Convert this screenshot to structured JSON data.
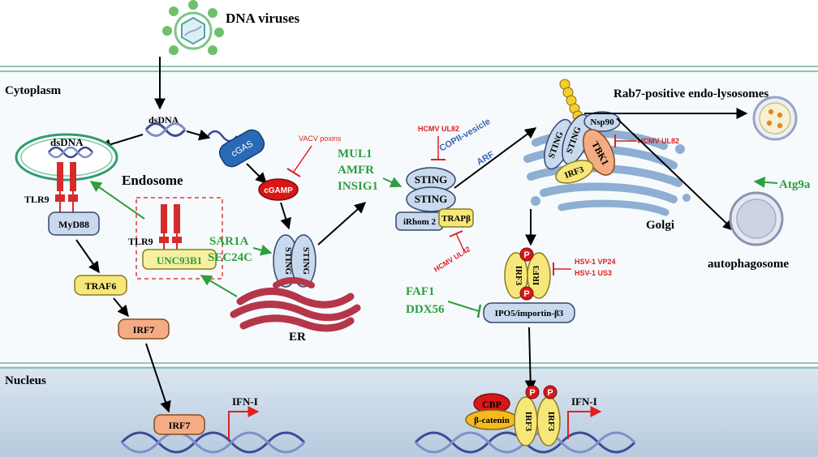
{
  "regions": {
    "cytoplasm": "Cytoplasm",
    "nucleus": "Nucleus",
    "endosome": "Endosome",
    "er": "ER",
    "golgi": "Golgi",
    "lysosome": "Rab7-positive endo-lysosomes",
    "autophagosome": "autophagosome"
  },
  "pathogen": {
    "name": "DNA viruses",
    "dsdna_cyto": "dsDNA",
    "dsdna_endo": "dsDNA"
  },
  "molecules": {
    "tlr9": "TLR9",
    "tlr9_b": "TLR9",
    "myd88": "MyD88",
    "traf6": "TRAF6",
    "irf7": "IRF7",
    "irf7_nuc": "IRF7",
    "unc93b1": "UNC93B1",
    "cgas": "cGAS",
    "cgamp": "cGAMP",
    "sting": "STING",
    "irhom2": "iRhom 2",
    "trap": "TRAPβ",
    "irf3": "IRF3",
    "tbk1": "TBK1",
    "nsp90": "Nsp90",
    "ipo5": "IPO5/importin-β3",
    "cbp": "CBP",
    "bcatenin": "β-catenin",
    "phospho": "P",
    "ifn": "IFN-I"
  },
  "regulators": {
    "vacv": "VACV poxins",
    "hcmv_ul82_a": "HCMV UL82",
    "hcmv_ul82_b": "HCMV UL82",
    "hcmv_ul42": "HCMV UL42",
    "hsv_vp24": "HSV-1 VP24",
    "hsv_us3": "HSV-1 US3",
    "mul1": "MUL1",
    "amfr": "AMFR",
    "insig1": "INSIG1",
    "sar1a": "SAR1A",
    "sec24c": "SEC24C",
    "faf1": "FAF1",
    "ddx56": "DDX56",
    "atg9a": "Atg9a"
  },
  "transport": {
    "copii": "COPII-vesicle",
    "arf": "ARF"
  },
  "colors": {
    "activator_green": "#2e9e3e",
    "inhibitor_red": "#e02020",
    "transport_blue": "#3a64b8",
    "sting_fill": "#c9d9ee",
    "yellow_fill": "#f7e77a",
    "er_red": "#b5364a",
    "golgi_blue": "#8eaed2",
    "nucleus_bg": "#c5d5e6"
  }
}
